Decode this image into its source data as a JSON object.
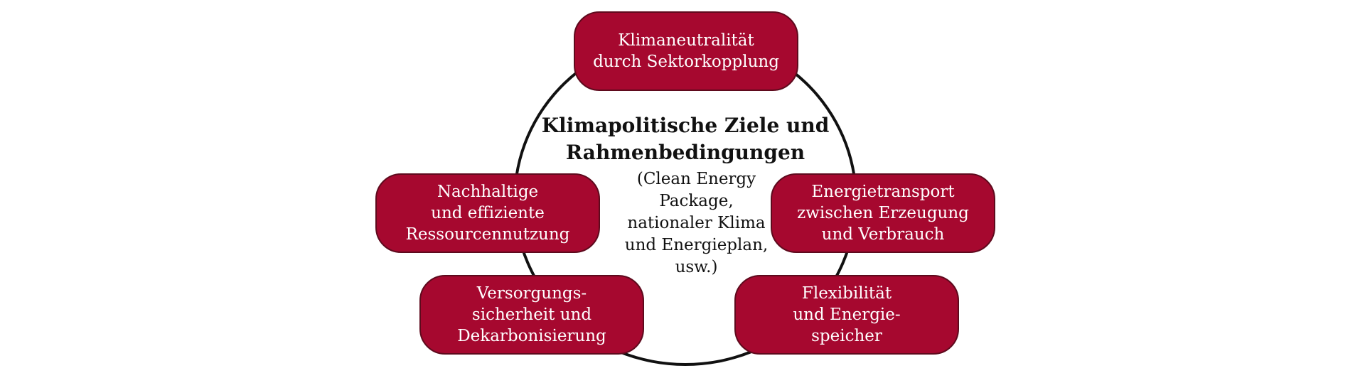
{
  "center": {
    "title": "Klimapolitische Ziele und Rahmenbedingungen",
    "subtitle": "(Clean Energy Package, nationaler Klima und Energieplan, usw.)"
  },
  "boxes": {
    "top": "Klimaneutralität\ndurch Sektorkopplung",
    "left": "Nachhaltige\nund effiziente\nRessourcennutzung",
    "right": "Energietransport\nzwischen Erzeugung\nund Verbrauch",
    "bottom_left": "Versorgungs-\nsicherheit und\nDekarbonisierung",
    "bottom_right": "Flexibilität\nund Energie-\nspeicher"
  },
  "colors": {
    "box_fill": "#a6082f",
    "box_border": "#5e0a1d",
    "ring": "#111111",
    "box_text": "#ffffff"
  }
}
